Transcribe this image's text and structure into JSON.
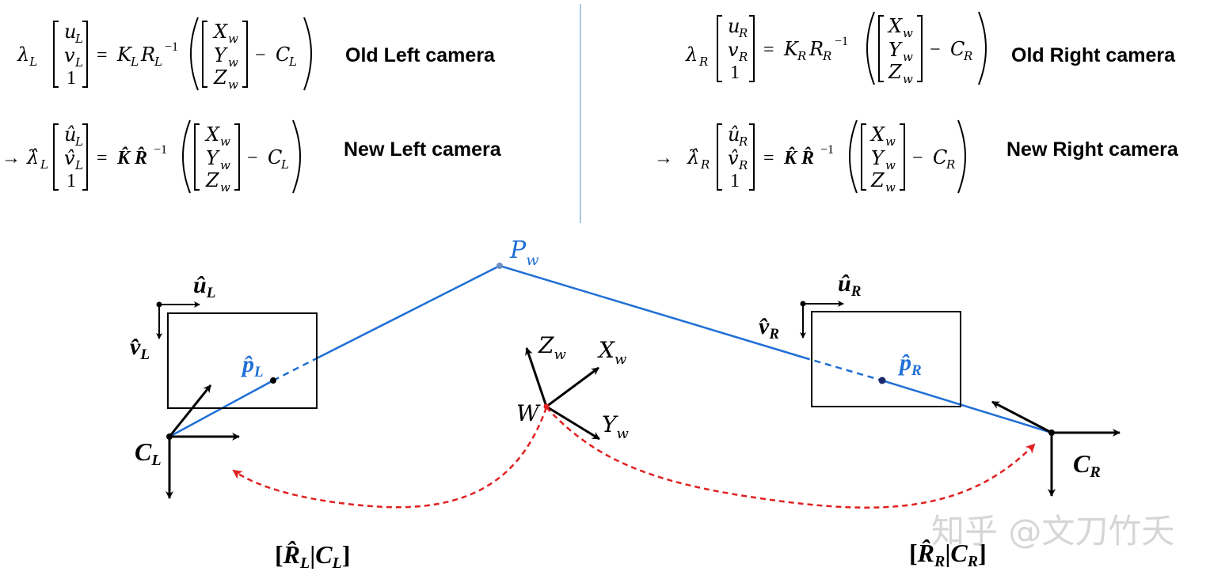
{
  "equations": {
    "old_left": {
      "lambda": "λ",
      "lambda_sub": "L",
      "vec": [
        "u",
        "v",
        "1"
      ],
      "vec_subs": [
        "L",
        "L",
        ""
      ],
      "K": "K",
      "K_sub": "L",
      "R": "R",
      "R_sub": "L",
      "inv": "−1",
      "world": [
        "X",
        "Y",
        "Z"
      ],
      "world_sub": "w",
      "C": "C",
      "C_sub": "L",
      "label": "Old Left camera"
    },
    "new_left": {
      "arrow": "→",
      "lambda": "λ̂",
      "lambda_sub": "L",
      "vec": [
        "û",
        "v̂",
        "1"
      ],
      "vec_subs": [
        "L",
        "L",
        ""
      ],
      "K": "K̂",
      "R": "R̂",
      "inv": "−1",
      "world": [
        "X",
        "Y",
        "Z"
      ],
      "world_sub": "w",
      "C": "C",
      "C_sub": "L",
      "label": "New Left camera"
    },
    "old_right": {
      "lambda": "λ",
      "lambda_sub": "R",
      "vec": [
        "u",
        "v",
        "1"
      ],
      "vec_subs": [
        "R",
        "R",
        ""
      ],
      "K": "K",
      "K_sub": "R",
      "R": "R",
      "R_sub": "R",
      "inv": "−1",
      "world": [
        "X",
        "Y",
        "Z"
      ],
      "world_sub": "w",
      "C": "C",
      "C_sub": "R",
      "label": "Old Right camera"
    },
    "new_right": {
      "arrow": "→",
      "lambda": "λ̂",
      "lambda_sub": "R",
      "vec": [
        "û",
        "v̂",
        "1"
      ],
      "vec_subs": [
        "R",
        "R",
        ""
      ],
      "K": "K̂",
      "R": "R̂",
      "inv": "−1",
      "world": [
        "X",
        "Y",
        "Z"
      ],
      "world_sub": "w",
      "C": "C",
      "C_sub": "R",
      "label": "New Right camera"
    }
  },
  "diagram": {
    "world_point": {
      "main": "P",
      "sub": "w"
    },
    "left_camera": {
      "u_axis": {
        "main": "û",
        "sub": "L"
      },
      "v_axis": {
        "main": "v̂",
        "sub": "L"
      },
      "image_point": {
        "main": "p̂",
        "sub": "L"
      },
      "center": {
        "main": "C",
        "sub": "L"
      },
      "pose": {
        "open": "[",
        "R": "R̂",
        "R_sub": "L",
        "bar": "|",
        "C": "C",
        "C_sub": "L",
        "close": "]"
      }
    },
    "right_camera": {
      "u_axis": {
        "main": "û",
        "sub": "R"
      },
      "v_axis": {
        "main": "v̂",
        "sub": "R"
      },
      "image_point": {
        "main": "p̂",
        "sub": "R"
      },
      "center": {
        "main": "C",
        "sub": "R"
      },
      "pose": {
        "open": "[",
        "R": "R̂",
        "R_sub": "R",
        "bar": "|",
        "C": "C",
        "C_sub": "R",
        "close": "]"
      }
    },
    "world_frame": {
      "origin": "W",
      "x_axis": {
        "main": "X",
        "sub": "w"
      },
      "y_axis": {
        "main": "Y",
        "sub": "w"
      },
      "z_axis": {
        "main": "Z",
        "sub": "w"
      }
    }
  },
  "watermark": "知乎 @文刀竹夭",
  "colors": {
    "ray": "#1f6fd6",
    "point_label": "#1f6fd6",
    "pose_arrow": "#e02020",
    "axes": "#000000",
    "divider": "#a9c8e0",
    "watermark": "#cfcfcf"
  }
}
